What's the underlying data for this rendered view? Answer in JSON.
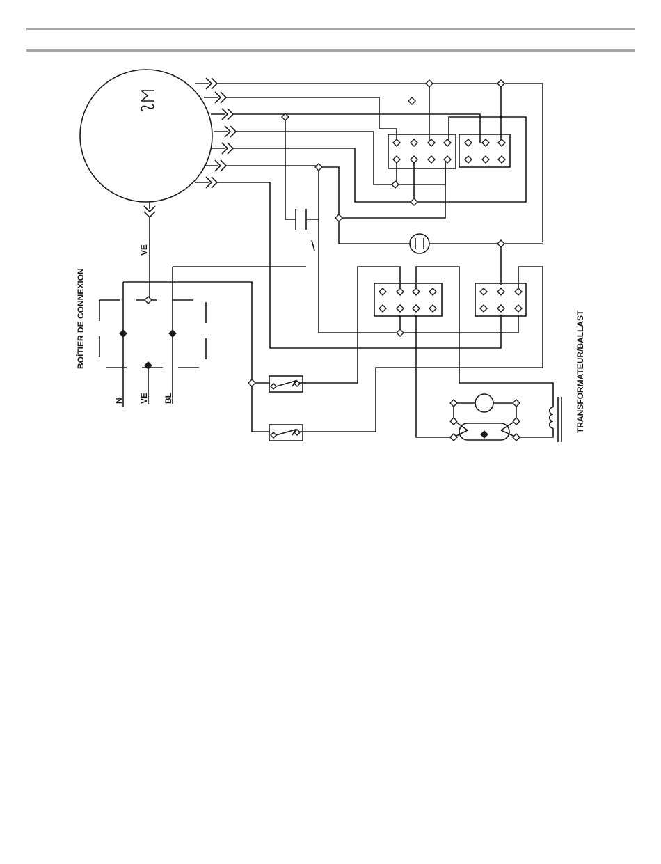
{
  "labels": {
    "junction_box": "BOÎTIER DE CONNEXION",
    "transformer": "TRANSFORMATEUR/BALLAST",
    "ground_motor": "VE",
    "neutral": "N",
    "ground": "VE",
    "line": "BL"
  },
  "colors": {
    "line": "#1a1a1a",
    "rule": "#a7a7a7",
    "background": "#ffffff"
  },
  "icons": {
    "motor": "motor-symbol-icon",
    "capacitor": "capacitor-icon",
    "thermal_protector": "thermal-protector-icon",
    "switch": "switch-icon",
    "lamp": "lamp-icon",
    "transformer_coil": "coil-icon"
  }
}
